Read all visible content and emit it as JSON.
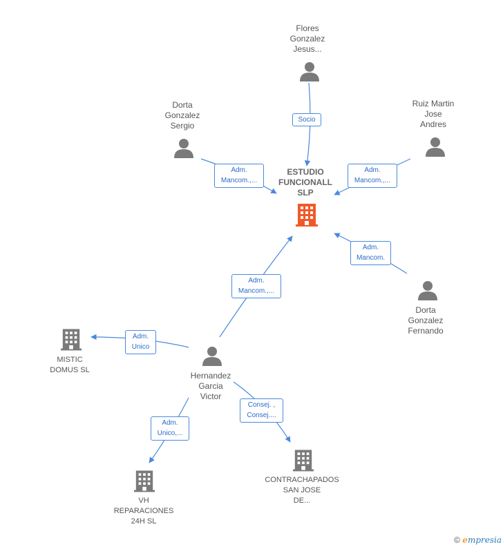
{
  "colors": {
    "edge": "#4a89dc",
    "person": "#7a7a7a",
    "company": "#7a7a7a",
    "center_company": "#f05a28"
  },
  "center": {
    "lines": [
      "ESTUDIO",
      "FUNCIONALL",
      "SLP"
    ],
    "icon": "building-icon"
  },
  "persons": [
    {
      "id": "flores",
      "lines": [
        "Flores",
        "Gonzalez",
        "Jesus..."
      ],
      "icon": "person-icon"
    },
    {
      "id": "dorta_sergio",
      "lines": [
        "Dorta",
        "Gonzalez",
        "Sergio"
      ],
      "icon": "person-icon"
    },
    {
      "id": "ruiz",
      "lines": [
        "Ruiz Martin",
        "Jose",
        "Andres"
      ],
      "icon": "person-icon"
    },
    {
      "id": "dorta_fernando",
      "lines": [
        "Dorta",
        "Gonzalez",
        "Fernando"
      ],
      "icon": "person-icon"
    },
    {
      "id": "hernandez",
      "lines": [
        "Hernandez",
        "Garcia",
        "Victor"
      ],
      "icon": "person-icon"
    }
  ],
  "companies": [
    {
      "id": "mistic",
      "lines": [
        "MISTIC",
        "DOMUS  SL"
      ],
      "icon": "building-icon"
    },
    {
      "id": "vh",
      "lines": [
        "VH",
        "REPARACIONES",
        "24H  SL"
      ],
      "icon": "building-icon"
    },
    {
      "id": "contra",
      "lines": [
        "CONTRACHAPADOS",
        "SAN JOSE",
        "DE..."
      ],
      "icon": "building-icon"
    }
  ],
  "edges": [
    {
      "id": "e_flores",
      "lines": [
        "Socio"
      ]
    },
    {
      "id": "e_sergio",
      "lines": [
        "Adm.",
        "Mancom.,..."
      ]
    },
    {
      "id": "e_ruiz",
      "lines": [
        "Adm.",
        "Mancom.,..."
      ]
    },
    {
      "id": "e_fernando",
      "lines": [
        "Adm.",
        "Mancom."
      ]
    },
    {
      "id": "e_hernandez",
      "lines": [
        "Adm.",
        "Mancom.,..."
      ]
    },
    {
      "id": "e_mistic",
      "lines": [
        "Adm.",
        "Unico"
      ]
    },
    {
      "id": "e_vh",
      "lines": [
        "Adm.",
        "Unico,..."
      ]
    },
    {
      "id": "e_contra",
      "lines": [
        "Consej. ,",
        "Consej...."
      ]
    }
  ],
  "footer": {
    "copyright_symbol": "©",
    "brand_initial": "e",
    "brand_rest": "mpresia"
  }
}
